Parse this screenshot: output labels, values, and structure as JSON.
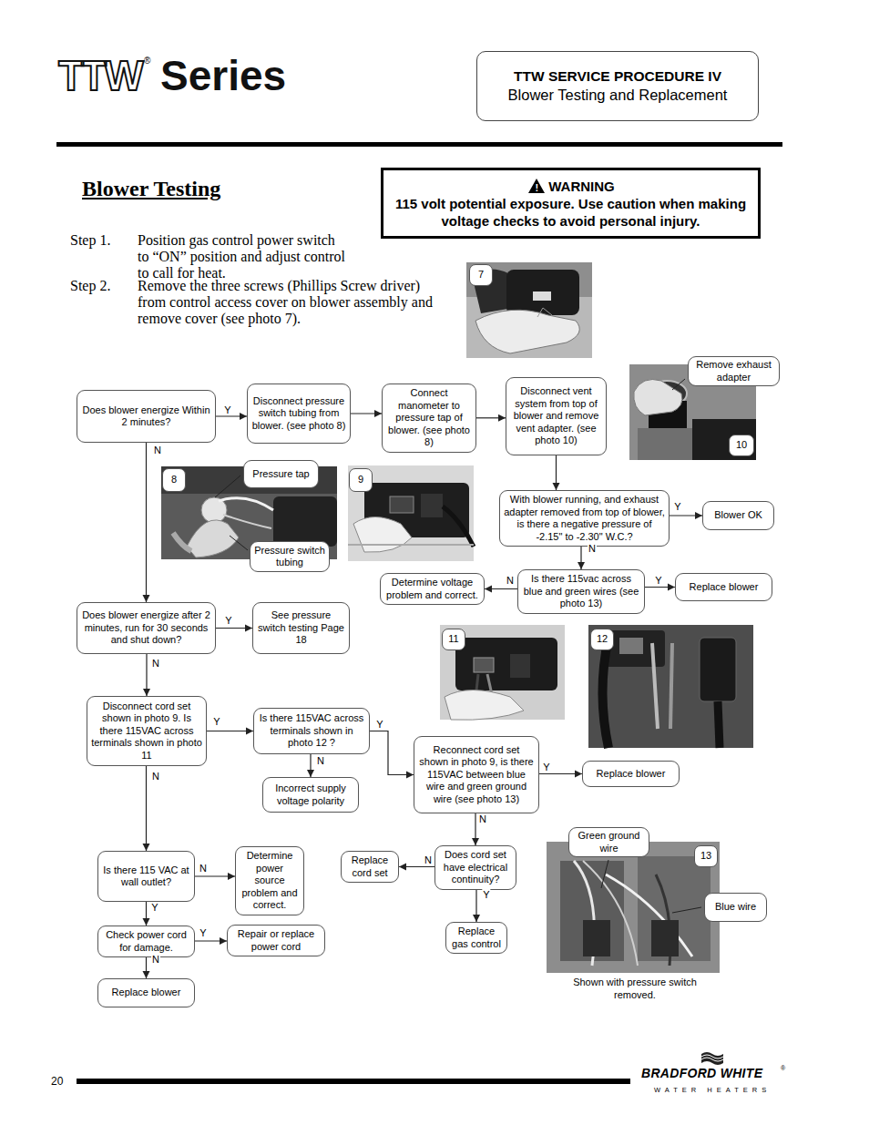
{
  "diagram": {
    "title": "Blower Testing",
    "nodes": [
      {
        "text": [
          "TTW SERVICE PROCEDURE IV",
          "Blower Testing and Replacement"
        ]
      },
      {
        "text": [
          "WARNING",
          "115 volt potential exposure. Use caution when making voltage checks to avoid personal injury."
        ]
      },
      {
        "text": [
          "7"
        ]
      },
      {
        "text": [
          "Does blower energize Within 2 minutes?"
        ]
      },
      {
        "text": [
          "Disconnect pressure switch tubing from blower. (see photo 8)"
        ]
      },
      {
        "text": [
          "Connect manometer to pressure tap of blower. (see photo 8)"
        ]
      },
      {
        "text": [
          "Disconnect vent system from top of blower and remove vent adapter. (see photo 10)"
        ]
      },
      {
        "text": [
          "Remove exhaust adapter"
        ]
      },
      {
        "text": [
          "10"
        ]
      },
      {
        "text": [
          "With blower running, and exhaust adapter removed from top of blower, is there a negative pressure of -2.15\" to -2.30\" W.C.?"
        ]
      },
      {
        "text": [
          "Blower OK"
        ]
      },
      {
        "text": [
          "Determine voltage problem and correct."
        ]
      },
      {
        "text": [
          "Is there 115vac across blue and green wires (see photo 13)"
        ]
      },
      {
        "text": [
          "Replace blower"
        ]
      },
      {
        "text": [
          "8"
        ]
      },
      {
        "text": [
          "Pressure tap"
        ]
      },
      {
        "text": [
          "Pressure switch tubing"
        ]
      },
      {
        "text": [
          "9"
        ]
      },
      {
        "text": [
          "Does blower energize after 2 minutes, run for 30 seconds and shut down?"
        ]
      },
      {
        "text": [
          "See pressure switch testing Page 18"
        ]
      },
      {
        "text": [
          "11"
        ]
      },
      {
        "text": [
          "12"
        ]
      },
      {
        "text": [
          "Disconnect cord set shown in photo 9. Is there 115VAC across terminals shown in photo 11"
        ]
      },
      {
        "text": [
          "Is there 115VAC across terminals shown in photo 12 ?"
        ]
      },
      {
        "text": [
          "Incorrect supply voltage polarity"
        ]
      },
      {
        "text": [
          "Reconnect cord set shown in photo 9, is there 115VAC between blue wire and green ground wire (see photo 13)"
        ]
      },
      {
        "text": [
          "Replace blower"
        ]
      },
      {
        "text": [
          "Is there 115 VAC at wall outlet?"
        ]
      },
      {
        "text": [
          "Determine power source problem and correct."
        ]
      },
      {
        "text": [
          "Replace cord set"
        ]
      },
      {
        "text": [
          "Does cord set have electrical continuity?"
        ]
      },
      {
        "text": [
          "Green ground wire"
        ]
      },
      {
        "text": [
          "13"
        ]
      },
      {
        "text": [
          "Blue wire"
        ]
      },
      {
        "text": [
          "Check power cord for damage."
        ]
      },
      {
        "text": [
          "Repair or replace power cord"
        ]
      },
      {
        "text": [
          "Replace gas control"
        ]
      },
      {
        "text": [
          "Replace blower"
        ]
      }
    ],
    "edges": [
      {
        "from": 3,
        "to": 4,
        "label": "Y",
        "arrow": "to"
      },
      {
        "from": 4,
        "to": 5,
        "arrow": "to"
      },
      {
        "from": 5,
        "to": 6,
        "arrow": "to"
      },
      {
        "from": 6,
        "to": 9,
        "arrow": "to"
      },
      {
        "from": 9,
        "to": 10,
        "label": "Y",
        "arrow": "to"
      },
      {
        "from": 9,
        "to": 12,
        "label": "N",
        "arrow": "to"
      },
      {
        "from": 12,
        "to": 11,
        "label": "N",
        "arrow": "to"
      },
      {
        "from": 12,
        "to": 13,
        "label": "Y",
        "arrow": "to"
      },
      {
        "from": 3,
        "to": 18,
        "label": "N",
        "arrow": "to"
      },
      {
        "from": 18,
        "to": 19,
        "label": "Y",
        "arrow": "to"
      },
      {
        "from": 18,
        "to": 22,
        "label": "N",
        "arrow": "to"
      },
      {
        "from": 22,
        "to": 23,
        "label": "Y",
        "arrow": "to"
      },
      {
        "from": 23,
        "to": 24,
        "label": "N",
        "arrow": "to"
      },
      {
        "from": 23,
        "to": 25,
        "label": "Y",
        "arrow": "to"
      },
      {
        "from": 25,
        "to": 26,
        "label": "Y",
        "arrow": "to"
      },
      {
        "from": 25,
        "to": 30,
        "label": "N",
        "arrow": "to"
      },
      {
        "from": 30,
        "to": 29,
        "label": "N",
        "arrow": "to"
      },
      {
        "from": 30,
        "to": 36,
        "label": "Y",
        "arrow": "to"
      },
      {
        "from": 22,
        "to": 27,
        "label": "N",
        "arrow": "to"
      },
      {
        "from": 27,
        "to": 28,
        "label": "N",
        "arrow": "to"
      },
      {
        "from": 27,
        "to": 34,
        "label": "Y",
        "arrow": "to"
      },
      {
        "from": 34,
        "to": 35,
        "label": "Y",
        "arrow": "to"
      },
      {
        "from": 34,
        "to": 37,
        "label": "N",
        "arrow": "to"
      }
    ],
    "labels": [
      "TTW",
      "®",
      "Series",
      "Step 1.",
      "Position gas control power switch to “ON” position and adjust control to call for heat.",
      "Step 2.",
      "Remove the three screws (Phillips Screw driver) from control access cover on blower assembly and remove cover (see photo 7).",
      "!",
      "Shown with pressure switch removed.",
      "20",
      "BRADFORD WHITE",
      "®",
      "WATER HEATERS"
    ]
  }
}
